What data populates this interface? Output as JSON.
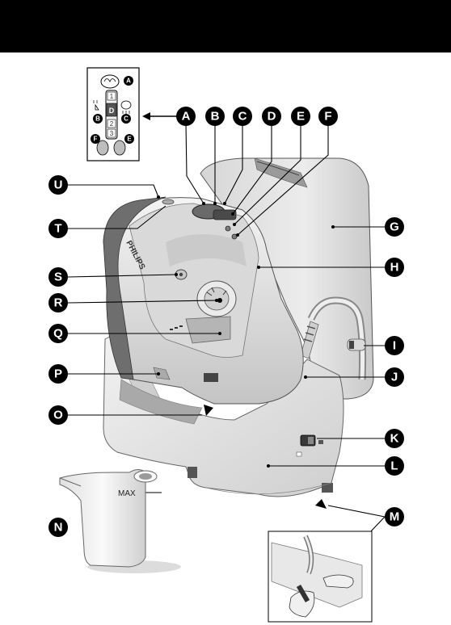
{
  "header": {
    "background": "#000000"
  },
  "inset_panel": {
    "callouts": [
      "A",
      "B",
      "C",
      "F",
      "E"
    ],
    "scale_marks": [
      "1",
      "2",
      "3",
      "D"
    ]
  },
  "callouts": {
    "A": "A",
    "B": "B",
    "C": "C",
    "D": "D",
    "E": "E",
    "F": "F",
    "G": "G",
    "H": "H",
    "I": "I",
    "J": "J",
    "K": "K",
    "L": "L",
    "M": "M",
    "N": "N",
    "O": "O",
    "P": "P",
    "Q": "Q",
    "R": "R",
    "S": "S",
    "T": "T",
    "U": "U"
  },
  "iron_text": {
    "brand": "PHILIPS",
    "water_cup_max": "MAX"
  },
  "colors": {
    "callout_fill": "#000000",
    "callout_text": "#ffffff",
    "body_grey": "#e6e6e6",
    "dark_grey": "#8a8a8a"
  }
}
